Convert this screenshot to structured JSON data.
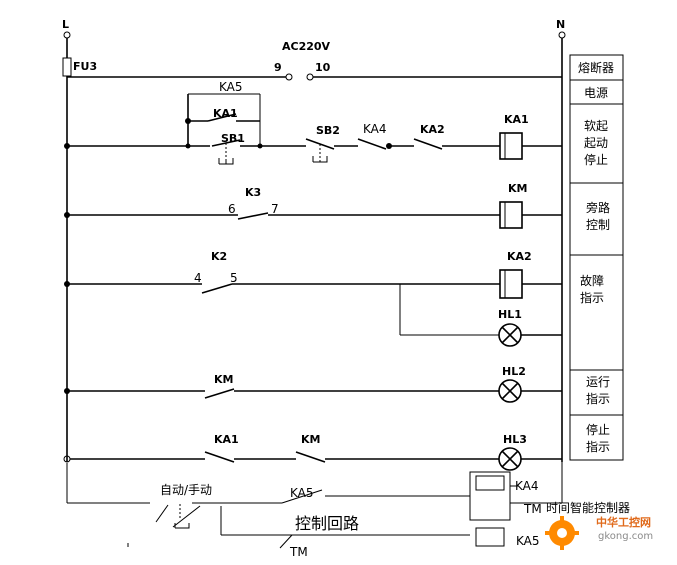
{
  "rails": {
    "left": "L",
    "right": "N"
  },
  "fuse": {
    "label": "FU3"
  },
  "supply": {
    "label": "AC220V",
    "terminal_a": "9",
    "terminal_b": "10"
  },
  "contacts": {
    "ka5": "KA5",
    "ka1_top": "KA1",
    "sb1": "SB1",
    "sb2": "SB2",
    "ka4": "KA4",
    "ka2": "KA2",
    "k3": "K3",
    "k3_a": "6",
    "k3_b": "7",
    "k2": "K2",
    "k2_a": "4",
    "k2_b": "5",
    "km_row": "KM",
    "ka1_row": "KA1",
    "km_row2": "KM"
  },
  "coils": {
    "ka1": "KA1",
    "km": "KM",
    "ka2": "KA2"
  },
  "lamps": {
    "hl1": "HL1",
    "hl2": "HL2",
    "hl3": "HL3"
  },
  "side_panel": [
    "熔断器",
    "电源",
    "软起\n起动\n停止",
    "旁路\n控制",
    "故障\n指示",
    "运行\n指示",
    "停止\n指示"
  ],
  "bottom": {
    "auto_manual": "自动/手动",
    "ka5_contact": "KA5",
    "ka4_coil": "KA4",
    "tm_coil": "TM",
    "timer_label": "时间智能控制器",
    "control_loop": "控制回路",
    "tm_contact": "TM",
    "ka5_coil": "KA5"
  },
  "watermark": {
    "site_name": "中华工控网",
    "site_url": "gkong.com"
  }
}
